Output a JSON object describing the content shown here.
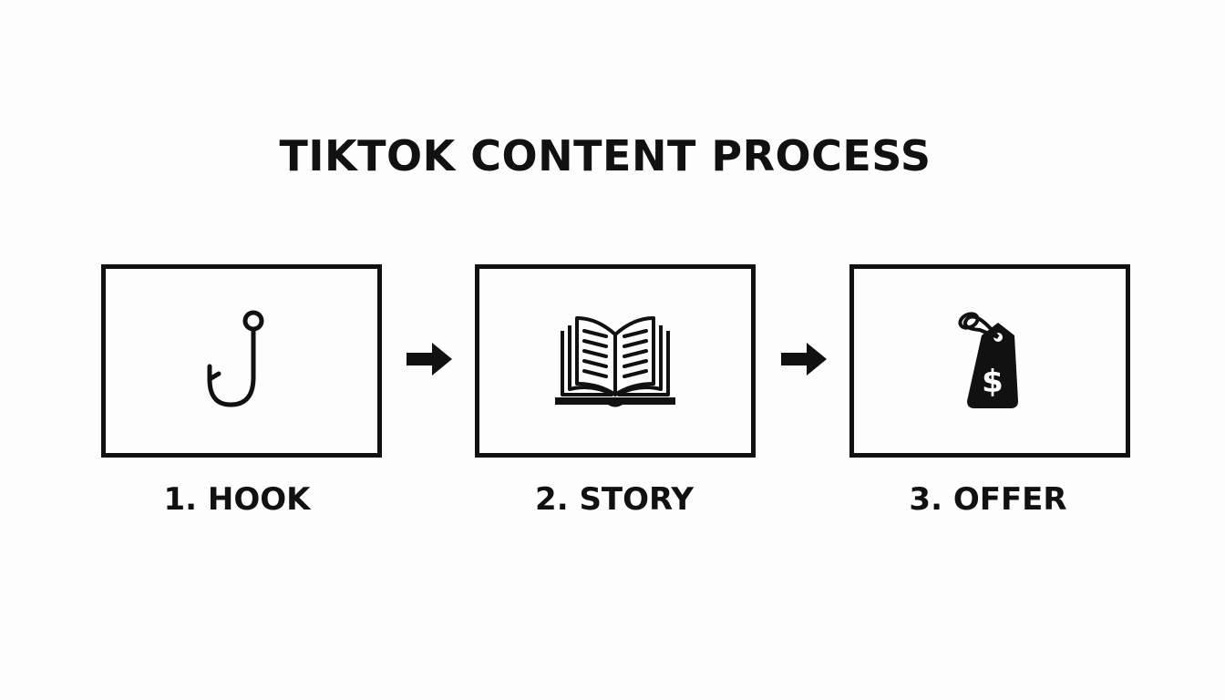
{
  "title": "TIKTOK CONTENT PROCESS",
  "steps": [
    {
      "label": "1. HOOK",
      "icon": "fish-hook-icon"
    },
    {
      "label": "2. STORY",
      "icon": "open-book-icon"
    },
    {
      "label": "3. OFFER",
      "icon": "price-tag-dollar-icon"
    }
  ],
  "price_tag_symbol": "$",
  "colors": {
    "ink": "#111111",
    "background": "#fdfdfd"
  }
}
